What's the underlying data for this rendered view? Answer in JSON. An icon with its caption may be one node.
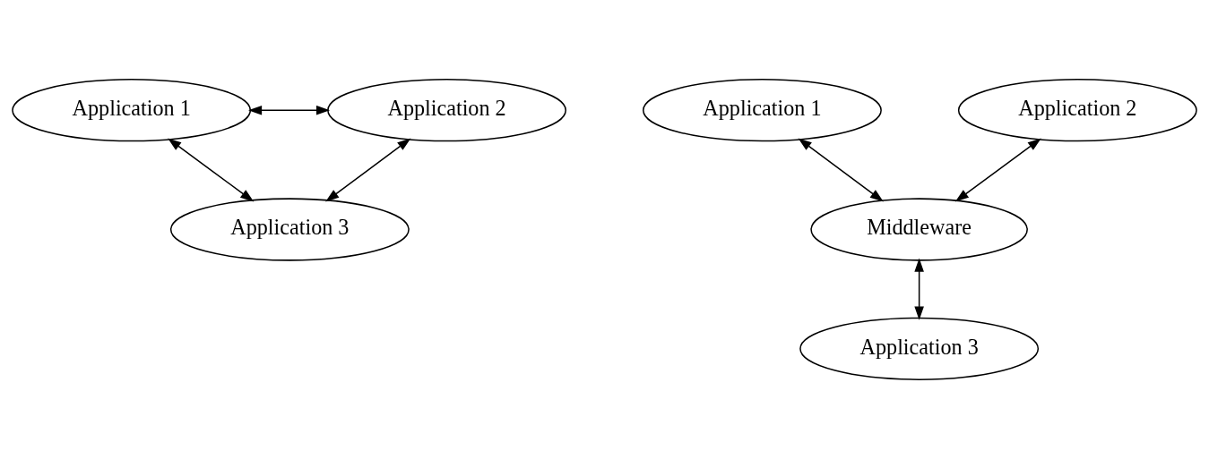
{
  "diagram": {
    "nodes": [
      {
        "text": [
          "Application 1"
        ]
      },
      {
        "text": [
          "Application 2"
        ]
      },
      {
        "text": [
          "Application 3"
        ]
      },
      {
        "text": [
          "Application 1"
        ]
      },
      {
        "text": [
          "Application 2"
        ]
      },
      {
        "text": [
          "Middleware"
        ]
      },
      {
        "text": [
          "Application 3"
        ]
      }
    ],
    "edges": [
      {
        "from": 0,
        "to": 1,
        "arrow": "both"
      },
      {
        "from": 0,
        "to": 2,
        "arrow": "both"
      },
      {
        "from": 1,
        "to": 2,
        "arrow": "both"
      },
      {
        "from": 3,
        "to": 5,
        "arrow": "both"
      },
      {
        "from": 4,
        "to": 5,
        "arrow": "both"
      },
      {
        "from": 5,
        "to": 6,
        "arrow": "both"
      }
    ]
  }
}
